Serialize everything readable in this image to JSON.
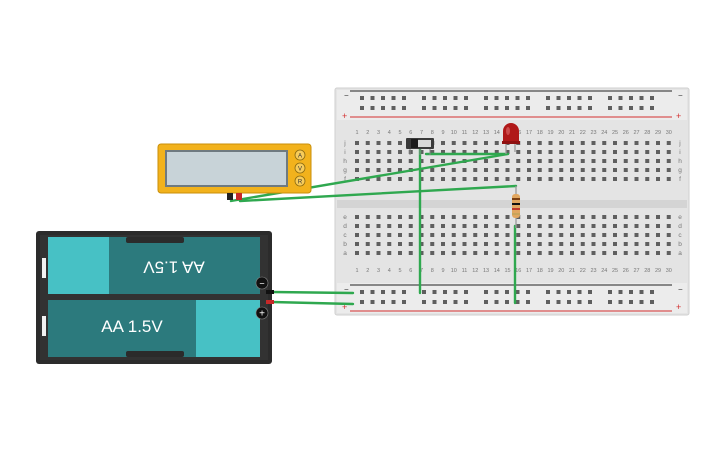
{
  "breadboard": {
    "columns": [
      "1",
      "2",
      "3",
      "4",
      "5",
      "6",
      "7",
      "8",
      "9",
      "10",
      "11",
      "12",
      "13",
      "14",
      "15",
      "16",
      "17",
      "18",
      "19",
      "20",
      "21",
      "22",
      "23",
      "24",
      "25",
      "26",
      "27",
      "28",
      "29",
      "30"
    ],
    "top_rows": [
      "j",
      "i",
      "h",
      "g",
      "f"
    ],
    "bottom_rows": [
      "e",
      "d",
      "c",
      "b",
      "a"
    ],
    "rail_minus": "−",
    "rail_plus": "+"
  },
  "multimeter": {
    "modes": [
      "A",
      "V",
      "R"
    ],
    "display_text": "",
    "colors": {
      "body": "#f2b21c",
      "screen": "#c8d3d8"
    }
  },
  "battery": {
    "cells": [
      {
        "label": "AA 1.5V",
        "orientation": "inverted"
      },
      {
        "label": "AA 1.5V",
        "orientation": "upright"
      }
    ],
    "terminal_minus": "−",
    "terminal_plus": "+",
    "colors": {
      "body": "#2c7a7d",
      "cap": "#47c1c5",
      "holder": "#2b2b2b"
    }
  },
  "components": {
    "led_color": "#b01818",
    "resistor_color": "#e1a760",
    "switch_color": "#333333",
    "wire_color": "#2fa84f"
  }
}
